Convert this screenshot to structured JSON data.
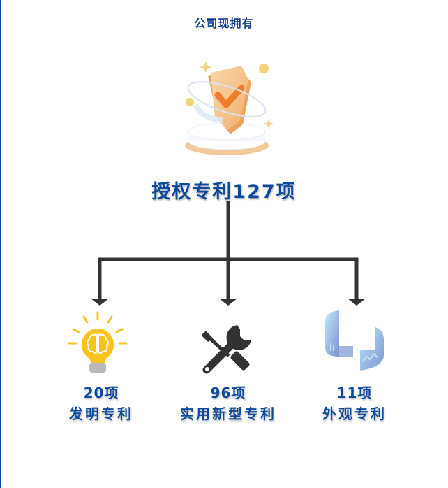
{
  "header": {
    "title": "公司现拥有"
  },
  "main": {
    "icon": "shield-check-icon",
    "label": "授权专利127项",
    "total": 127
  },
  "categories": [
    {
      "count": "20项",
      "name": "发明专利",
      "value": 20,
      "icon": "lightbulb-brain-icon"
    },
    {
      "count": "96项",
      "name": "实用新型专利",
      "value": 96,
      "icon": "wrench-screwdriver-icon"
    },
    {
      "count": "11项",
      "name": "外观专利",
      "value": 11,
      "icon": "curved-screens-icon"
    }
  ],
  "colors": {
    "text": "#0e4a9c",
    "title": "#123f8c",
    "connector": "#333333",
    "border": "#0b4aa8",
    "bulb": "#f7c31c"
  }
}
